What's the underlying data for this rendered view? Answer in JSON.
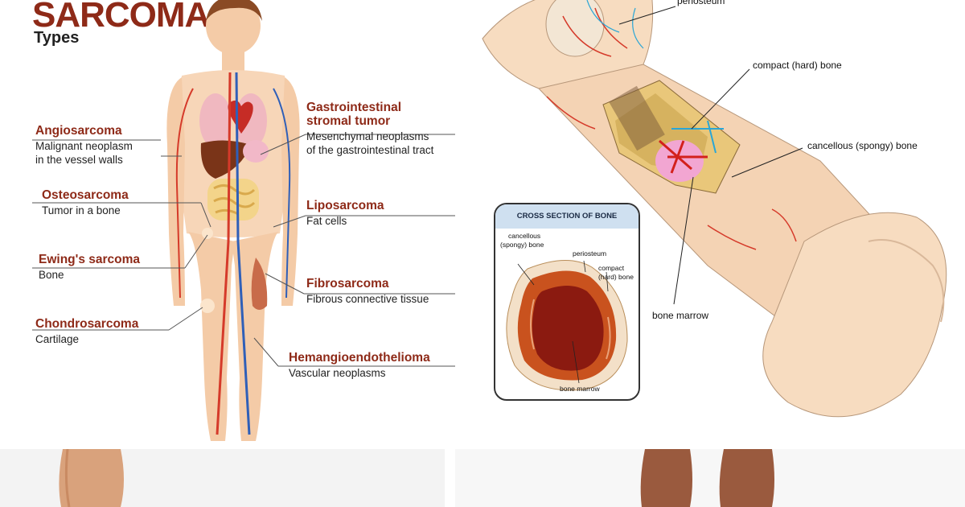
{
  "left_panel": {
    "title": "SARCOMA",
    "subtitle": "Types",
    "labels": [
      {
        "name": "Angiosarcoma",
        "desc1": "Malignant neoplasm",
        "desc2": "in the vessel walls"
      },
      {
        "name": "Osteosarcoma",
        "desc1": "Tumor in a bone",
        "desc2": ""
      },
      {
        "name": "Ewing's sarcoma",
        "desc1": "Bone",
        "desc2": ""
      },
      {
        "name": "Chondrosarcoma",
        "desc1": "Cartilage",
        "desc2": ""
      },
      {
        "name1": "Gastrointestinal",
        "name2": "stromal tumor",
        "desc1": "Mesenchymal neoplasms",
        "desc2": "of the gastrointestinal tract"
      },
      {
        "name": "Liposarcoma",
        "desc1": "Fat cells",
        "desc2": ""
      },
      {
        "name": "Fibrosarcoma",
        "desc1": "Fibrous connective tissue",
        "desc2": ""
      },
      {
        "name": "Hemangioendothelioma",
        "desc1": "Vascular neoplasms",
        "desc2": ""
      }
    ]
  },
  "bone_panel": {
    "labels": {
      "periosteum": "periosteum",
      "compact": "compact (hard) bone",
      "cancellous": "cancellous (spongy) bone",
      "marrow": "bone marrow"
    },
    "inset": {
      "heading": "CROSS SECTION OF BONE",
      "cancellous1": "cancellous",
      "cancellous2": "(spongy) bone",
      "periosteum": "periosteum",
      "compact1": "compact",
      "compact2": "(hard) bone",
      "marrow": "bone marrow"
    }
  },
  "colors": {
    "title": "#8e2a18",
    "skin": "#f6d3b2",
    "marrow": "#8b1a10",
    "compact_bone": "#c9521e",
    "inset_header": "#cfe0f0"
  }
}
